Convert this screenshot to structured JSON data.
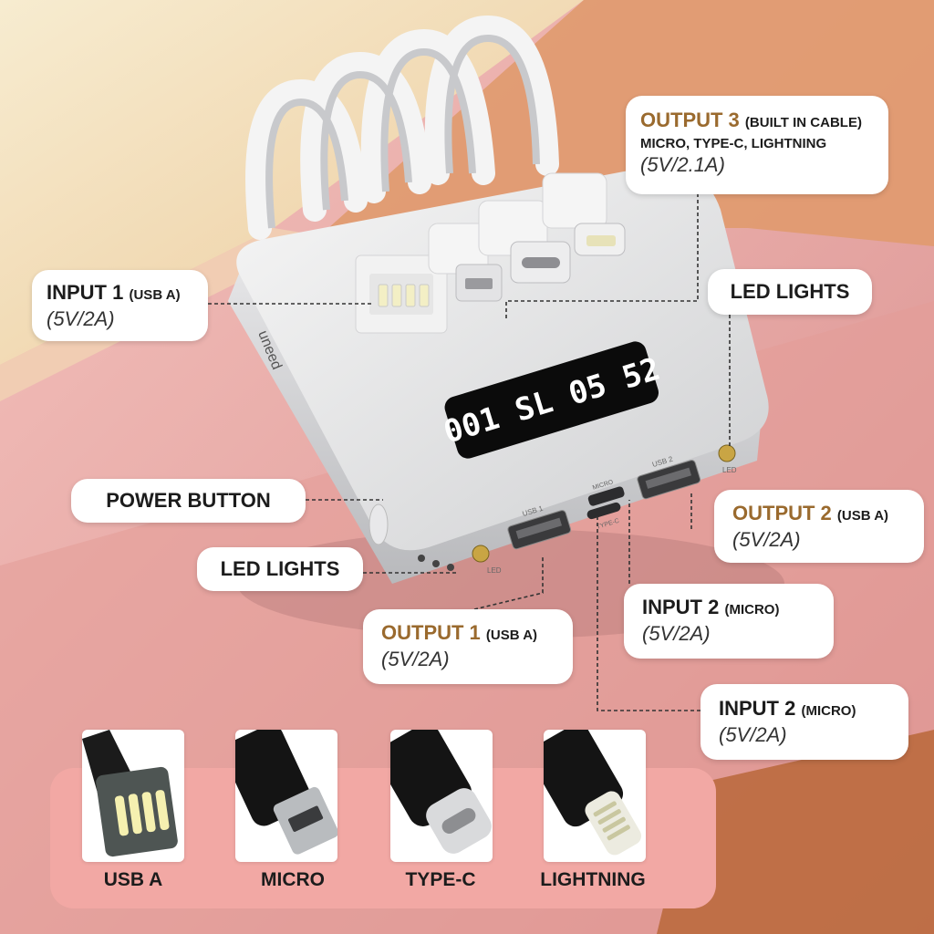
{
  "brand": "uneed",
  "display": "001 SL 05 52",
  "port_labels": {
    "usb1": "USB 1",
    "usb2": "USB 2",
    "micro": "MICRO",
    "typec": "TYPE-C",
    "led": "LED"
  },
  "callouts": {
    "output3": {
      "title": "OUTPUT 3",
      "note": "(BUILT IN CABLE)",
      "sub": "MICRO, TYPE-C, LIGHTNING",
      "spec": "(5V/2.1A)"
    },
    "input1": {
      "title": "INPUT 1",
      "note": "(USB A)",
      "spec": "(5V/2A)"
    },
    "led_top": {
      "title": "LED LIGHTS"
    },
    "power": {
      "title": "POWER BUTTON"
    },
    "led_left": {
      "title": "LED LIGHTS"
    },
    "output2": {
      "title": "OUTPUT 2",
      "note": "(USB A)",
      "spec": "(5V/2A)"
    },
    "input2a": {
      "title": "INPUT 2",
      "note": "(MICRO)",
      "spec": "(5V/2A)"
    },
    "output1": {
      "title": "OUTPUT 1",
      "note": "(USB A)",
      "spec": "(5V/2A)"
    },
    "input2b": {
      "title": "INPUT 2",
      "note": "(MICRO)",
      "spec": "(5V/2A)"
    }
  },
  "connectors": [
    {
      "id": "usb-a",
      "label": "USB A"
    },
    {
      "id": "micro",
      "label": "MICRO"
    },
    {
      "id": "type-c",
      "label": "TYPE-C"
    },
    {
      "id": "lightning",
      "label": "LIGHTNING"
    }
  ],
  "colors": {
    "accent": "#9a6a2e",
    "panel": "#f2a8a4",
    "background_pink": "#e8a7a6",
    "background_yellow": "#f3dfb8",
    "display_digits": "#ffffff",
    "display_bg": "#0b0b0b"
  }
}
